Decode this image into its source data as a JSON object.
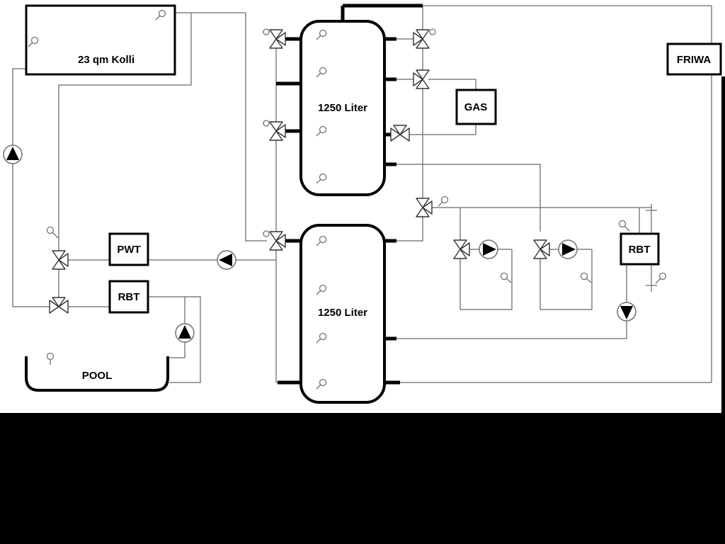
{
  "labels": {
    "collector": "23 qm Kolli",
    "tank1": "1250 Liter",
    "tank2": "1250 Liter",
    "gas": "GAS",
    "friwa": "FRIWA",
    "pwt": "PWT",
    "rbt_left": "RBT",
    "rbt_right": "RBT",
    "pool": "POOL"
  },
  "colors": {
    "pipe": "#808080",
    "outline": "#000000",
    "background": "#ffffff",
    "mask": "#000000"
  }
}
